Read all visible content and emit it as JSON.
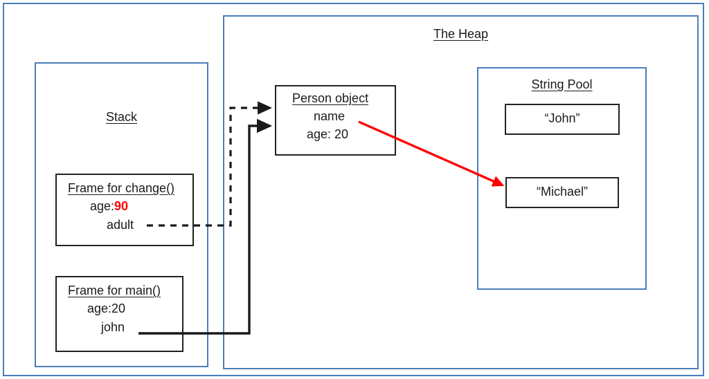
{
  "diagram": {
    "title_heap": "The Heap",
    "title_stack": "Stack",
    "title_string_pool": "String Pool"
  },
  "stack": {
    "frames": [
      {
        "id": "frame-change",
        "title": "Frame for change()",
        "var_age_label": "age:",
        "var_age_value": "90",
        "var_age_value_color": "#ff0000",
        "var_ref_label": "adult",
        "ref_line_style": "dashed"
      },
      {
        "id": "frame-main",
        "title": "Frame for main()",
        "var_age": "age:20",
        "var_ref_label": "john",
        "ref_line_style": "solid"
      }
    ]
  },
  "heap": {
    "person_object": {
      "title": "Person object",
      "field_name": "name",
      "field_age": "age: 20"
    },
    "string_pool": {
      "entries": [
        {
          "value": "“John”"
        },
        {
          "value": "“Michael”"
        }
      ]
    }
  },
  "colors": {
    "panel_border": "#4a7ebb",
    "box_border": "#222222",
    "connector": "#1a1a1a",
    "highlight": "#ff0000"
  }
}
